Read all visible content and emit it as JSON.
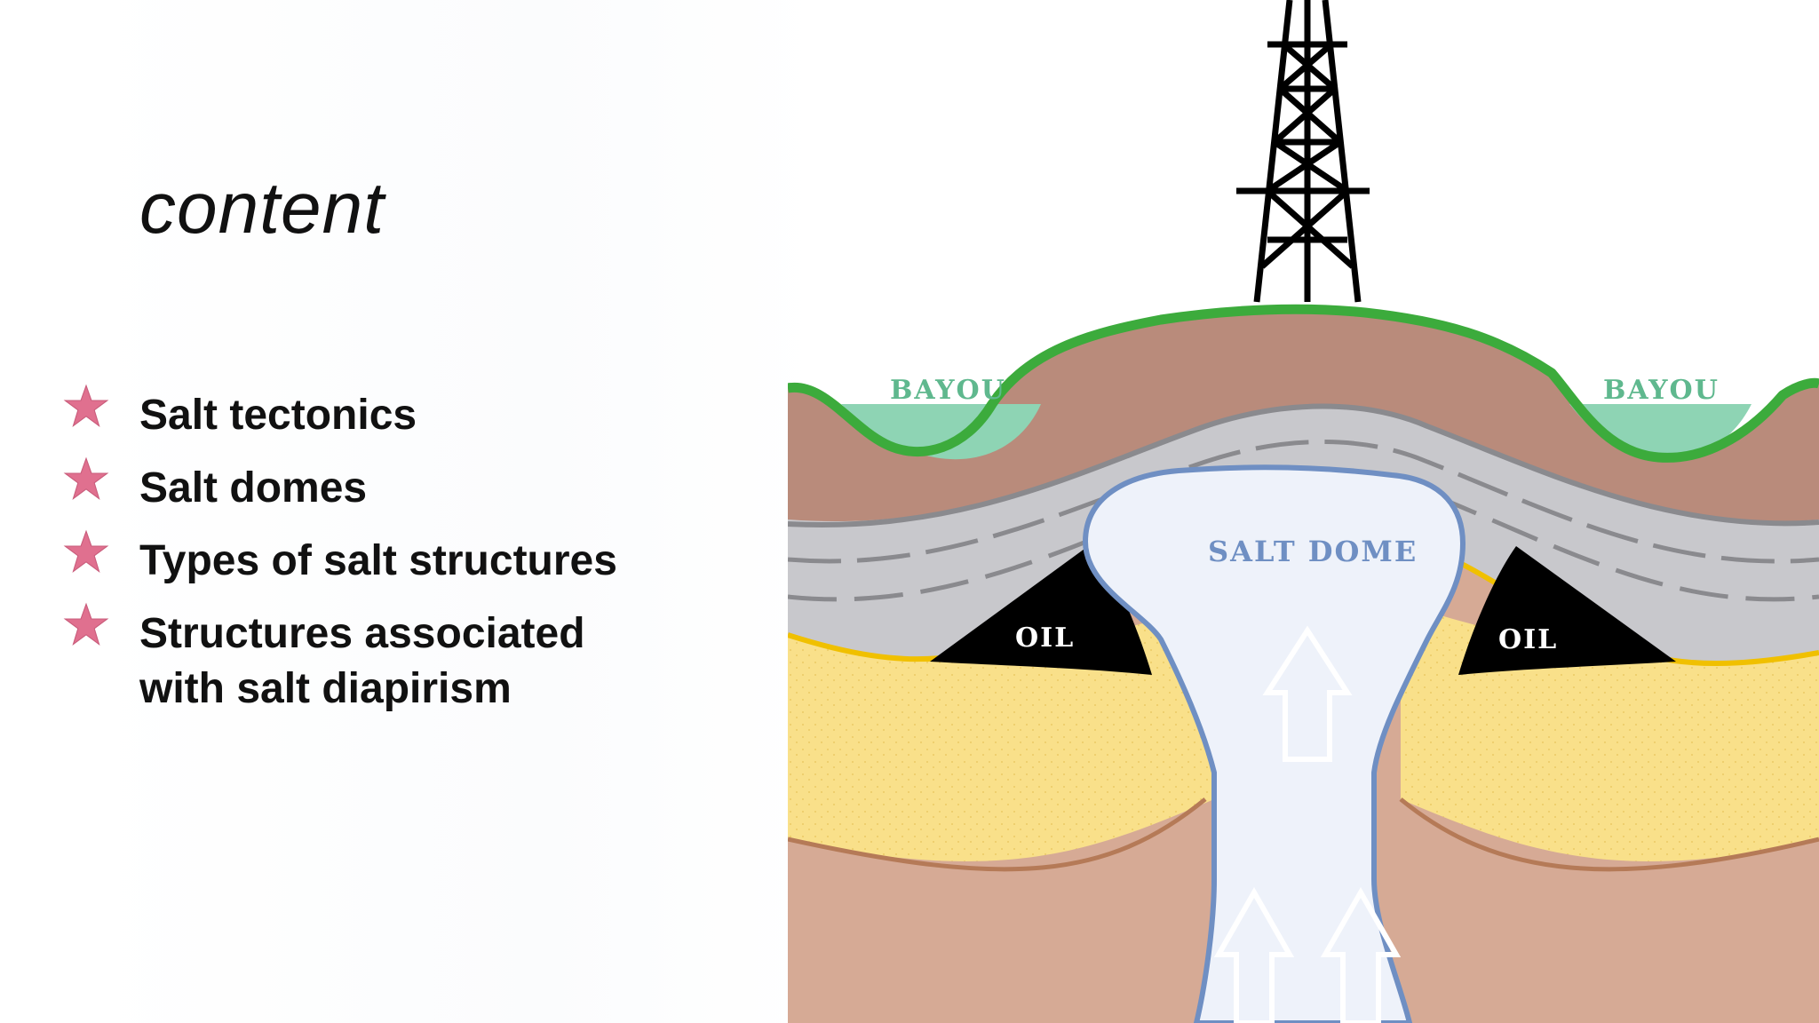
{
  "slide": {
    "title": "content"
  },
  "bullets": [
    {
      "lines": [
        "Salt tectonics"
      ]
    },
    {
      "lines": [
        "Salt domes"
      ]
    },
    {
      "lines": [
        "Types of salt structures"
      ]
    },
    {
      "lines": [
        "Structures associated",
        "with salt diapirism"
      ]
    }
  ],
  "diagram": {
    "labels": {
      "bayou_left": "BAYOU",
      "bayou_right": "BAYOU",
      "salt_dome": "SALT DOME",
      "oil_left": "OIL",
      "oil_right": "OIL"
    }
  },
  "colors": {
    "star": "#e0708f",
    "grass": "#3cab3c",
    "soil": "#b98b7b",
    "water": "#8ed4b4",
    "gray_layer": "#c8c8cc",
    "sand": "#f9e08a",
    "lower_soil": "#d6aa95",
    "salt": "#eef2fa",
    "salt_outline": "#6f8fc3",
    "oil": "#000000",
    "oil_rim": "#f0c000"
  }
}
